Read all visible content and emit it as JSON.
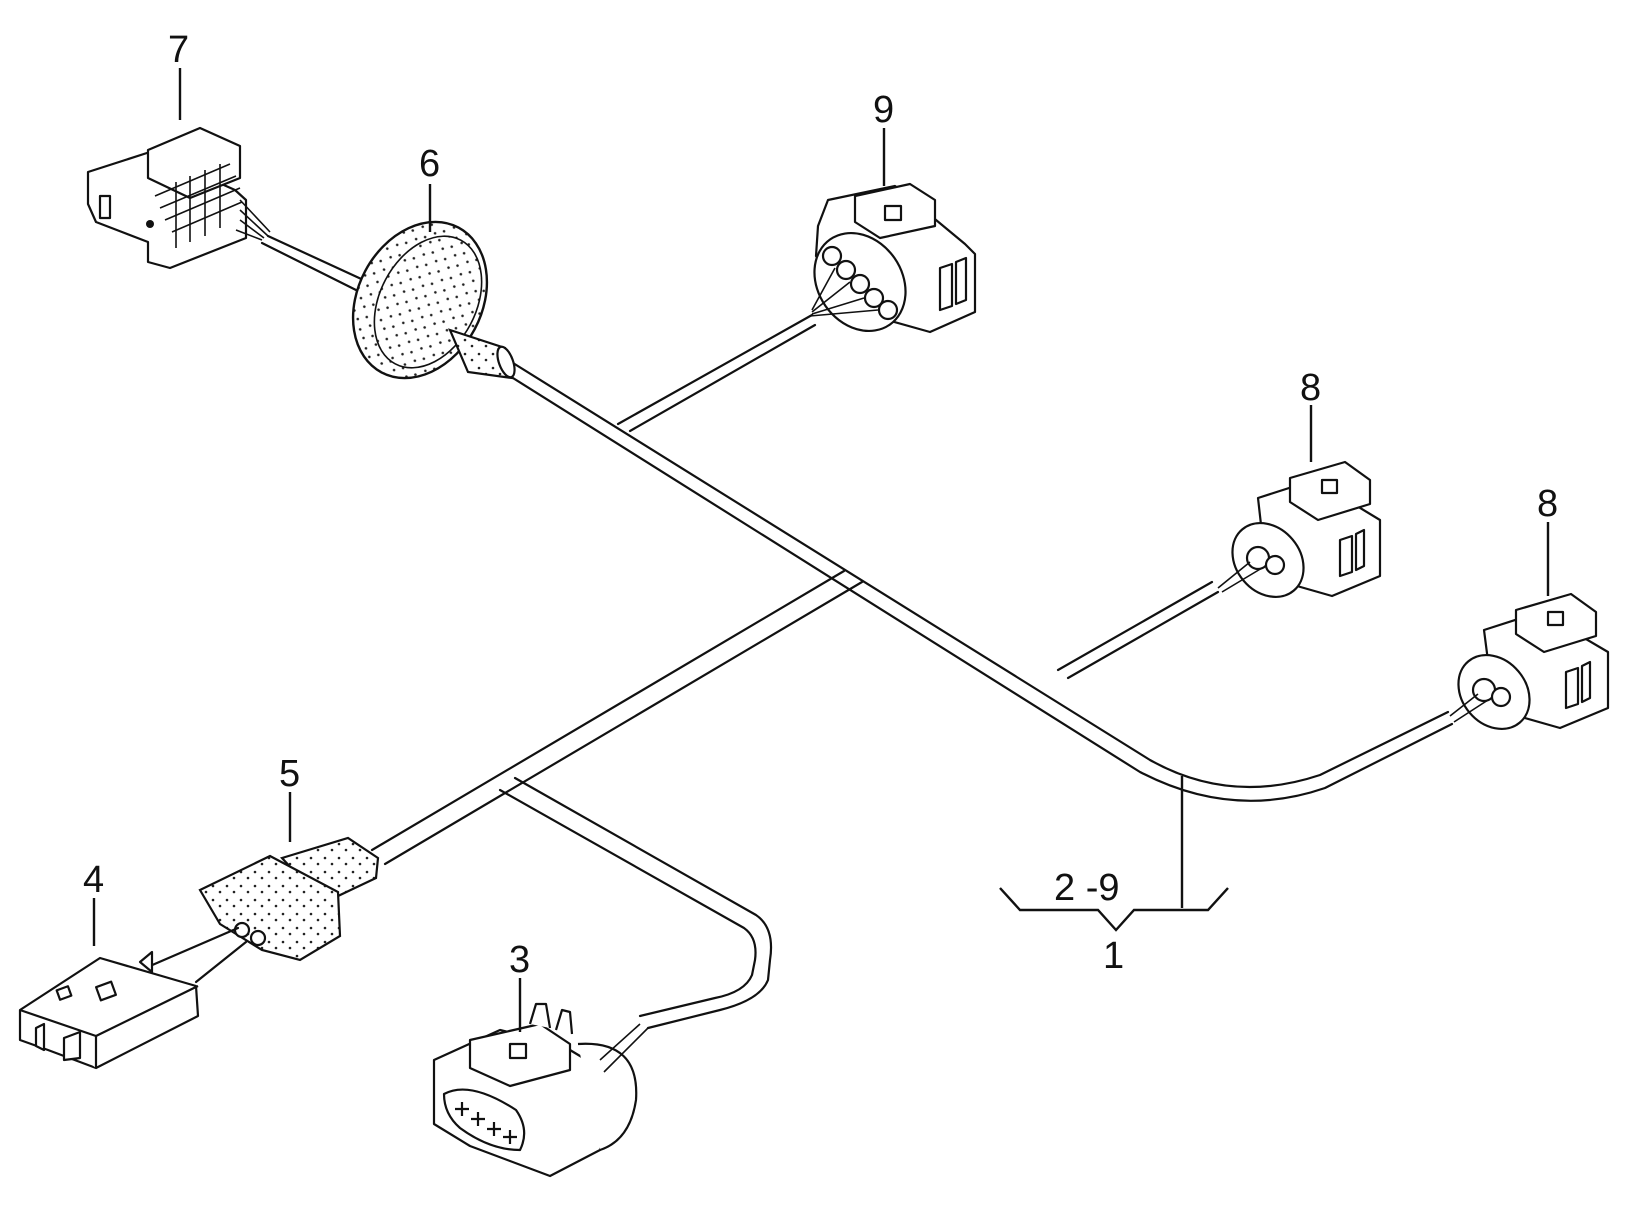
{
  "callouts": {
    "p1": "1",
    "p2_9": "2 -9",
    "p3": "3",
    "p4": "4",
    "p5": "5",
    "p6": "6",
    "p7": "7",
    "p8a": "8",
    "p8b": "8",
    "p9": "9"
  },
  "parts": [
    {
      "ref": "3",
      "icon": "connector-4pin"
    },
    {
      "ref": "4",
      "icon": "flat-connector"
    },
    {
      "ref": "5",
      "icon": "foam-sleeve"
    },
    {
      "ref": "6",
      "icon": "grommet"
    },
    {
      "ref": "7",
      "icon": "multi-pin-connector"
    },
    {
      "ref": "8",
      "icon": "round-connector"
    },
    {
      "ref": "9",
      "icon": "multi-pin-round-connector"
    }
  ]
}
